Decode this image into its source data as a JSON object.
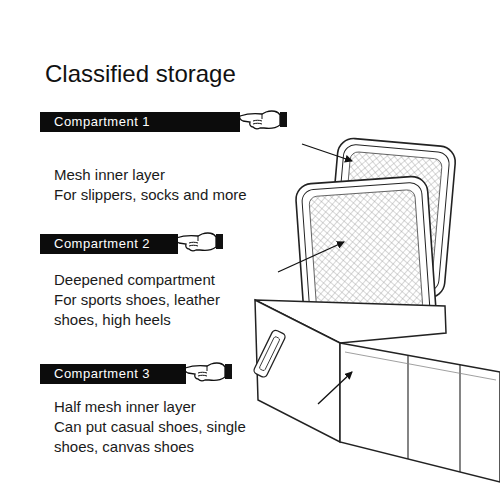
{
  "diagram": {
    "title": "Classified storage",
    "nodes": [
      {
        "text": [
          "Compartment 1",
          "Mesh inner layer",
          "For slippers, socks and more"
        ]
      },
      {
        "text": [
          "Compartment 2",
          "Deepened compartment",
          "For sports shoes, leather shoes, high heels"
        ]
      },
      {
        "text": [
          "Compartment 3",
          "Half mesh inner layer",
          "Can put casual shoes, single shoes, canvas shoes"
        ]
      }
    ]
  }
}
